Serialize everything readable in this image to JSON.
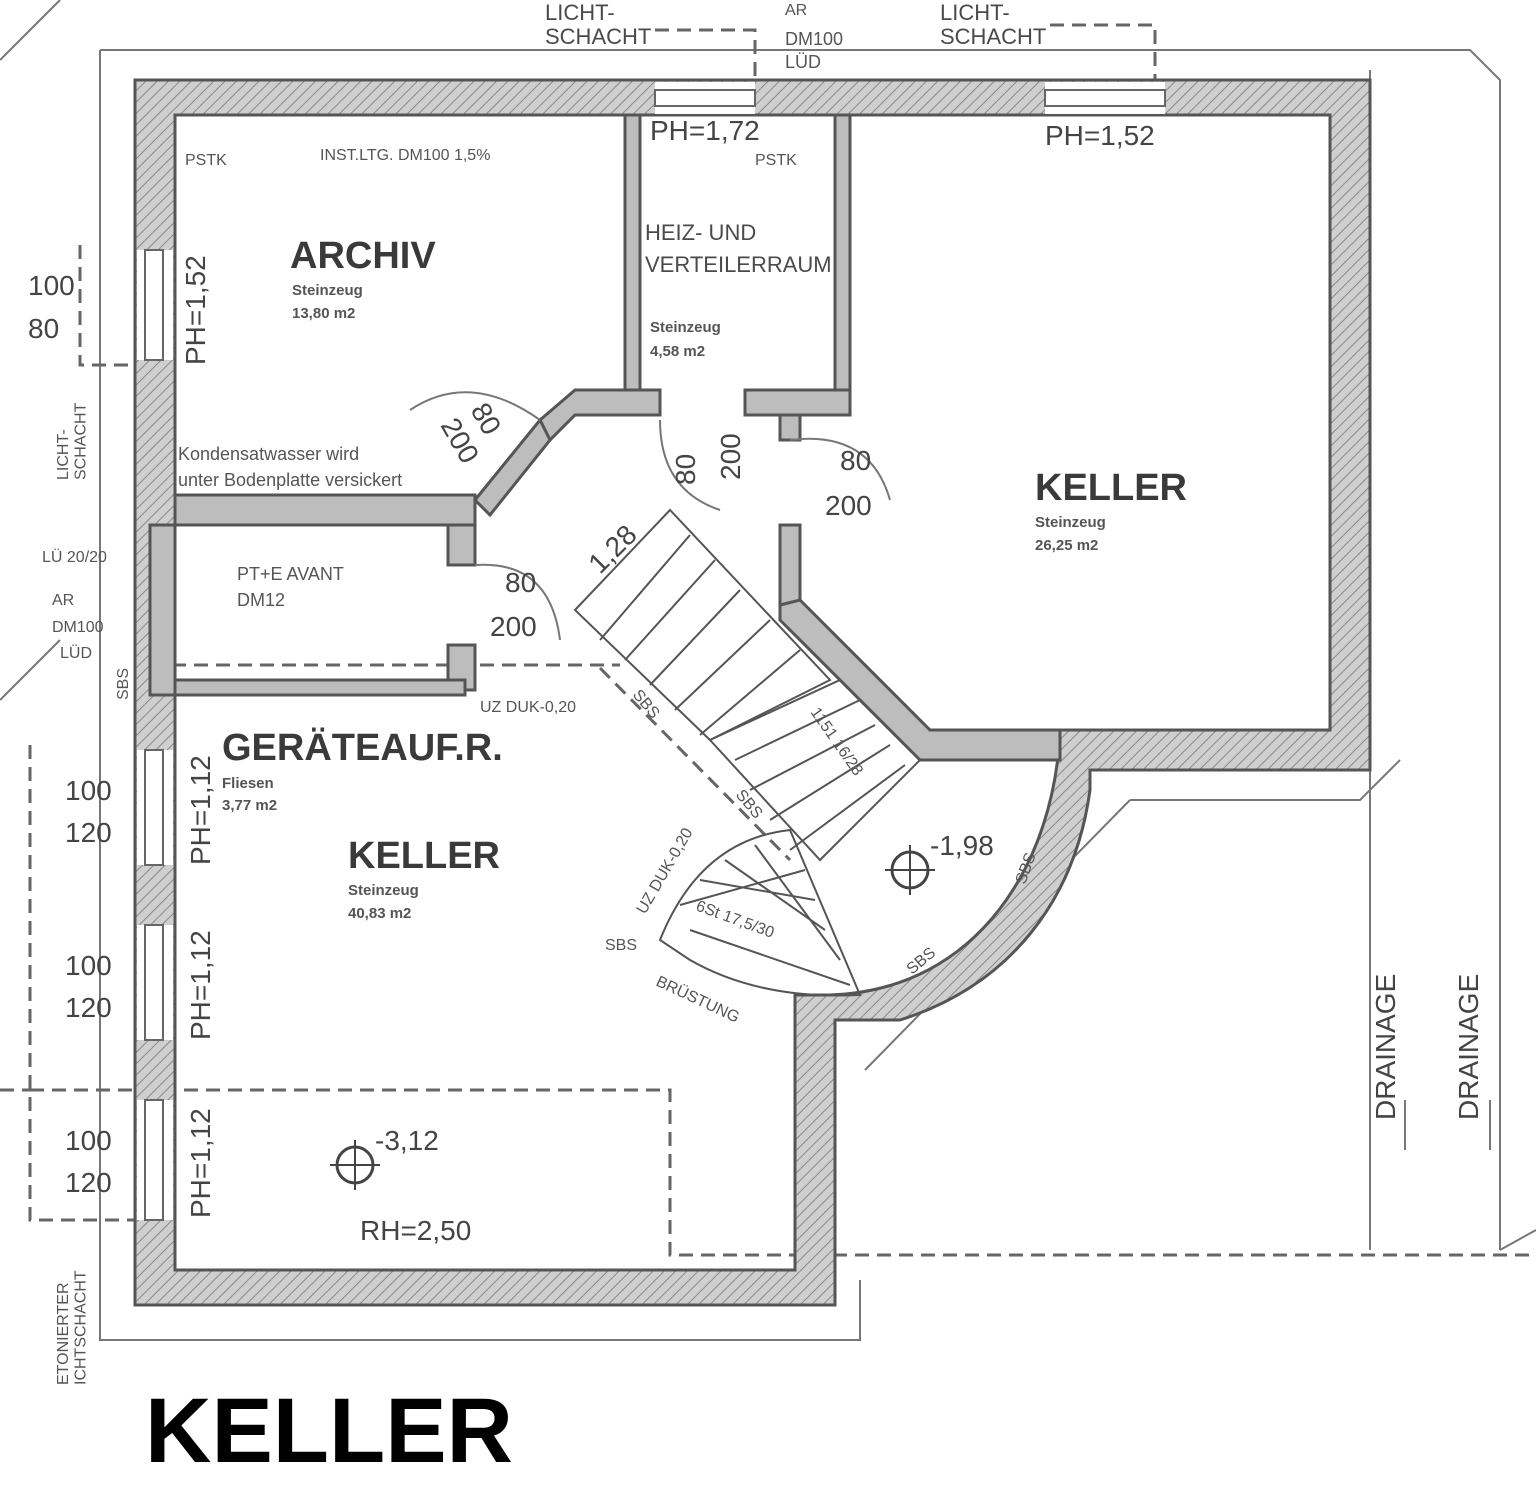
{
  "title": "KELLER",
  "rooms": {
    "archiv": {
      "name": "ARCHIV",
      "material": "Steinzeug",
      "area": "13,80 m2"
    },
    "heiz": {
      "name1": "HEIZ-   UND",
      "name2": "VERTEILERRAUM",
      "material": "Steinzeug",
      "area": "4,58 m2"
    },
    "keller_right": {
      "name": "KELLER",
      "material": "Steinzeug",
      "area": "26,25 m2"
    },
    "geraete": {
      "name": "GERÄTEAUF.R.",
      "material": "Fliesen",
      "area": "3,77 m2"
    },
    "keller_main": {
      "name": "KELLER",
      "material": "Steinzeug",
      "area": "40,83 m2"
    },
    "ptavant": {
      "line1": "PT+E AVANT",
      "line2": "DM12"
    }
  },
  "labels": {
    "lichtschacht_top1": "LICHT-\nSCHACHT",
    "lichtschacht_top2": "LICHT-\nSCHACHT",
    "lichtschacht_left": "LICHT-\nSCHACHT",
    "betonierter": "ETONIERTER\nICHTSCHACHT",
    "ar_top": "AR",
    "dm_top": "DM100",
    "lud_top": "LÜD",
    "pstk1": "PSTK",
    "pstk2": "PSTK",
    "inst": "INST.LTG. DM100 1,5%",
    "kondens1": "Kondensatwasser wird",
    "kondens2": "unter Bodenplatte versickert",
    "lu": "LÜ 20/20",
    "ar_left": "AR",
    "dm_left": "DM100",
    "lud_left": "LÜD",
    "sbs": "SBS",
    "uz1": "UZ DUK-0,20",
    "uz2": "UZ DUK-0,20",
    "steps1": "1151 16/28",
    "steps2": "6St 17,5/30",
    "brustung": "BRÜSTUNG",
    "level1": "-1,98",
    "level2": "-3,12",
    "rh": "RH=2,50",
    "drainage": "DRAINAGE",
    "stair_width": "1,28"
  },
  "heights": {
    "ph172": "PH=1,72",
    "ph152": "PH=1,52",
    "ph112": "PH=1,12"
  },
  "dims": {
    "d80": "80",
    "d100": "100",
    "d120": "120",
    "d200": "200"
  }
}
